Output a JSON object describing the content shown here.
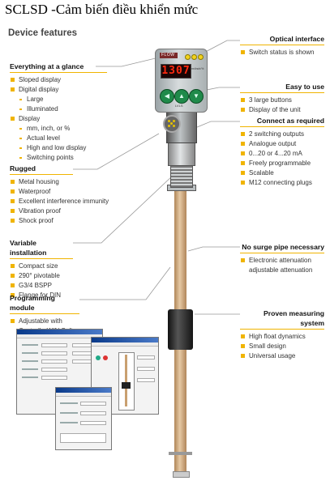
{
  "title": "SCLSD -Cảm biến điều khiển mức",
  "subtitle": "Device features",
  "device": {
    "display_value": "1307",
    "logo_text": "FLOW",
    "unit_label": "mm/inch/%",
    "tick_label": "LVLS"
  },
  "left_features": [
    {
      "heading": "Everything at a glance",
      "items": [
        {
          "text": "Sloped display",
          "sub": false
        },
        {
          "text": "Digital display",
          "sub": false
        },
        {
          "text": "Large",
          "sub": true
        },
        {
          "text": "Illuminated",
          "sub": true
        },
        {
          "text": "Display",
          "sub": false
        },
        {
          "text": "mm, inch, or %",
          "sub": true
        },
        {
          "text": "Actual level",
          "sub": true
        },
        {
          "text": "High and low display",
          "sub": true
        },
        {
          "text": "Switching points",
          "sub": true
        }
      ]
    },
    {
      "heading": "Rugged",
      "items": [
        {
          "text": "Metal housing",
          "sub": false
        },
        {
          "text": "Waterproof",
          "sub": false
        },
        {
          "text": "Excellent interference immunity",
          "sub": false
        },
        {
          "text": "Vibration proof",
          "sub": false
        },
        {
          "text": "Shock proof",
          "sub": false
        }
      ]
    },
    {
      "heading": "Variable installation",
      "items": [
        {
          "text": "Compact size",
          "sub": false
        },
        {
          "text": "290° pivotable",
          "sub": false
        },
        {
          "text": "G3/4 BSPP",
          "sub": false
        },
        {
          "text": "Flange for DIN",
          "sub": false
        }
      ]
    },
    {
      "heading": "Programming module",
      "items": [
        {
          "text": "Adjustable with",
          "sub": false
        }
      ],
      "continuation": "ControllerWIN Software"
    }
  ],
  "right_features": [
    {
      "heading": "Optical interface",
      "items": [
        "Switch status is shown"
      ]
    },
    {
      "heading": "Easy to use",
      "items": [
        "3 large buttons",
        "Display of the unit"
      ]
    },
    {
      "heading": "Connect as required",
      "items": [
        "2 switching outputs",
        "Analogue output",
        "0...20 or 4...20 mA",
        "Freely programmable",
        "Scalable",
        "M12 connecting plugs"
      ]
    },
    {
      "heading": "No surge pipe necessary",
      "items": [
        "Electronic attenuation"
      ],
      "continuation": "adjustable attenuation"
    },
    {
      "heading": "Proven measuring system",
      "items": [
        "High float dynamics",
        "Small design",
        "Universal usage"
      ]
    }
  ]
}
